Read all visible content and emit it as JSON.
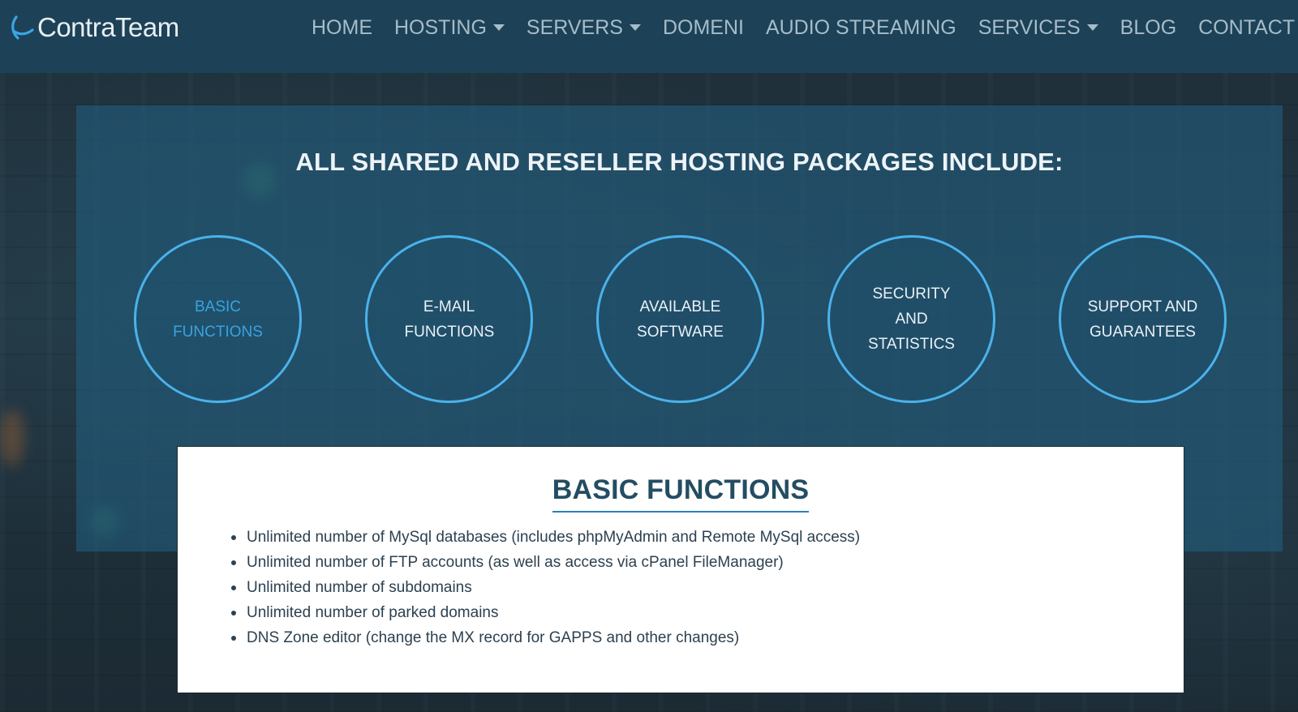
{
  "brand": {
    "name": "ContraTeam"
  },
  "nav": {
    "items": [
      {
        "label": "HOME",
        "dropdown": false
      },
      {
        "label": "HOSTING",
        "dropdown": true
      },
      {
        "label": "SERVERS",
        "dropdown": true
      },
      {
        "label": "DOMENI",
        "dropdown": false
      },
      {
        "label": "AUDIO STREAMING",
        "dropdown": false
      },
      {
        "label": "SERVICES",
        "dropdown": true
      },
      {
        "label": "BLOG",
        "dropdown": false
      },
      {
        "label": "CONTACT",
        "dropdown": false
      }
    ]
  },
  "features": {
    "title": "ALL SHARED AND RESELLER HOSTING PACKAGES INCLUDE:",
    "tabs": [
      {
        "label": "BASIC FUNCTIONS",
        "active": true
      },
      {
        "label": "E-MAIL FUNCTIONS",
        "active": false
      },
      {
        "label": "AVAILABLE SOFTWARE",
        "active": false
      },
      {
        "label": "SECURITY AND STATISTICS",
        "active": false
      },
      {
        "label": "SUPPORT AND GUARANTEES",
        "active": false
      }
    ]
  },
  "detail": {
    "title": "BASIC FUNCTIONS",
    "items": [
      "Unlimited number of MySql databases (includes phpMyAdmin and Remote MySql access)",
      "Unlimited number of FTP accounts (as well as access via cPanel FileManager)",
      "Unlimited number of subdomains",
      "Unlimited number of parked domains",
      "DNS Zone editor (change the MX record for GAPPS and other changes)"
    ]
  },
  "colors": {
    "navbar": "#1d4257",
    "accent": "#4ab2ea",
    "active_tab_text": "#39a2e0",
    "card_title": "#234d63"
  }
}
